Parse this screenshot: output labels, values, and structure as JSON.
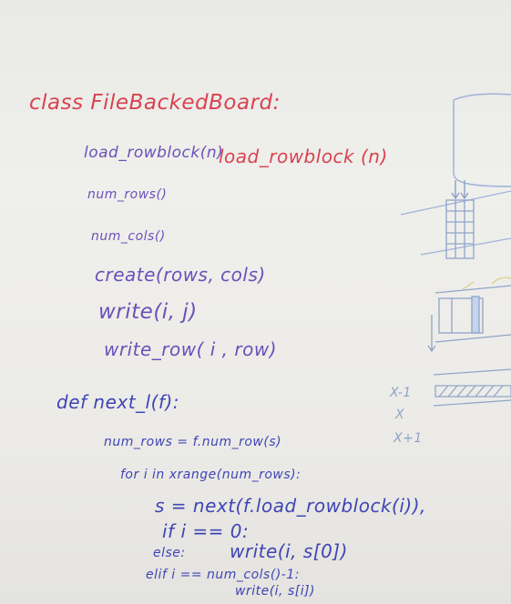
{
  "board": {
    "lines": {
      "class_header": "class FileBackedBoard:",
      "load_rowblock": "load_rowblock(n)",
      "load_rowblock_red": "load_rowblock (n)",
      "num_rows": "num_rows()",
      "num_cols": "num_cols()",
      "create": "create(rows, cols)",
      "write": "write(i, j)",
      "write_row": "write_row( i , row)",
      "def_line": "def next_l(f):",
      "num_rows_assign": "num_rows = f.num_row(s)",
      "for_line": "for i in xrange(num_rows):",
      "s_assign": "s = next(f.load_rowblock(i)),",
      "if_line": "if i == 0:",
      "else_line": "else:",
      "write_s0": "write(i, s[0])",
      "elif_line": "elif i == num_cols()-1:",
      "write_si": "write(i, s[i])"
    },
    "sketch_labels": {
      "x_minus_1": "X-1",
      "x": "X",
      "x_plus_1": "X+1"
    },
    "colors": {
      "red_marker": "#d8434f",
      "purple_marker": "#6a51b8",
      "blue_marker": "#3e45b5",
      "sketch_marker": "#8fa4c9"
    }
  }
}
